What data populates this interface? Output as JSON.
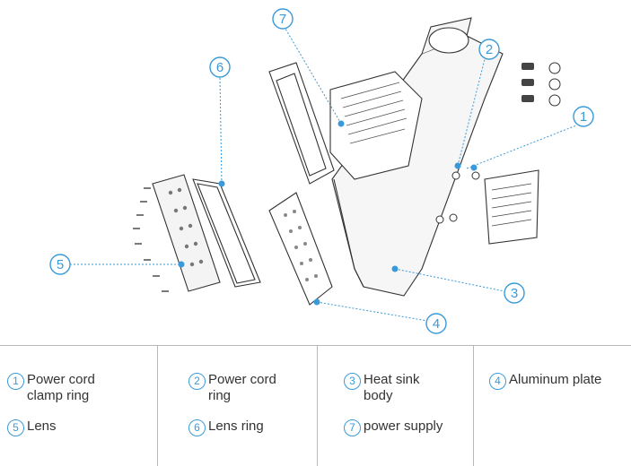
{
  "callouts": [
    "1",
    "2",
    "3",
    "4",
    "5",
    "6",
    "7"
  ],
  "legend": [
    {
      "num": "1",
      "label": "Power cord\nclamp ring"
    },
    {
      "num": "2",
      "label": "Power cord\nring"
    },
    {
      "num": "3",
      "label": "Heat sink\nbody"
    },
    {
      "num": "4",
      "label": "Aluminum plate"
    },
    {
      "num": "5",
      "label": "Lens"
    },
    {
      "num": "6",
      "label": "Lens ring"
    },
    {
      "num": "7",
      "label": "power supply"
    }
  ],
  "colors": {
    "accent": "#3a9ad9",
    "line": "#333333",
    "divider": "#b8b8b8"
  }
}
